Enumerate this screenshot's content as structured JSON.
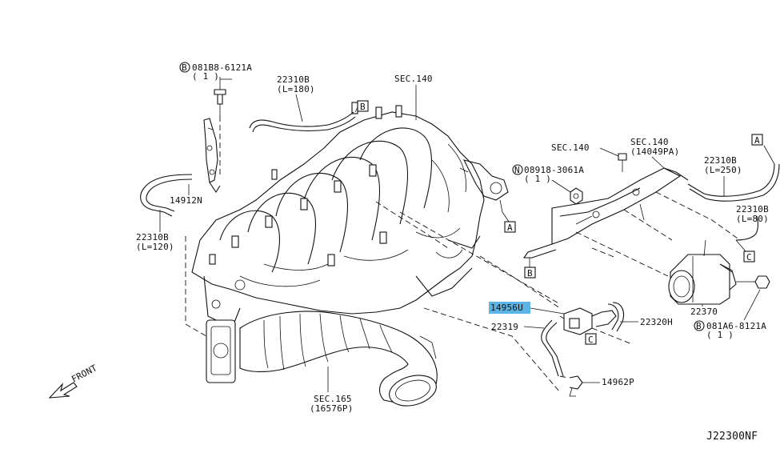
{
  "colors": {
    "line": "#111111",
    "background": "#ffffff",
    "highlight": "#5ab4e6"
  },
  "labels": {
    "bolt_top": "081B8-6121A",
    "bolt_top_qty": "( 1 )",
    "hose_top": "22310B",
    "hose_top_len": "(L=180)",
    "sec140_top": "SEC.140",
    "bracket": "14912N",
    "hose_left": "22310B",
    "hose_left_len": "(L=120)",
    "sec140_mid": "SEC.140",
    "sec140_mid_part": "(14049PA)",
    "sec140_small": "SEC.140",
    "nut": "08918-3061A",
    "nut_qty": "( 1 )",
    "hose_right": "22310B",
    "hose_right_len": "(L=250)",
    "hose_right2": "22310B",
    "hose_right2_len": "(L=80)",
    "solenoid": "14956U",
    "hose_223": "22319",
    "hose_223h": "22320H",
    "canister": "22370",
    "bolt_right": "081A6-8121A",
    "bolt_right_qty": "( 1 )",
    "clip": "14962P",
    "sec165": "SEC.165",
    "sec165_part": "(16576P)",
    "front": "FRONT",
    "drawing_id": "J22300NF",
    "ref_a": "A",
    "ref_b": "B",
    "ref_c": "C",
    "circle_b": "B",
    "circle_n": "N"
  }
}
